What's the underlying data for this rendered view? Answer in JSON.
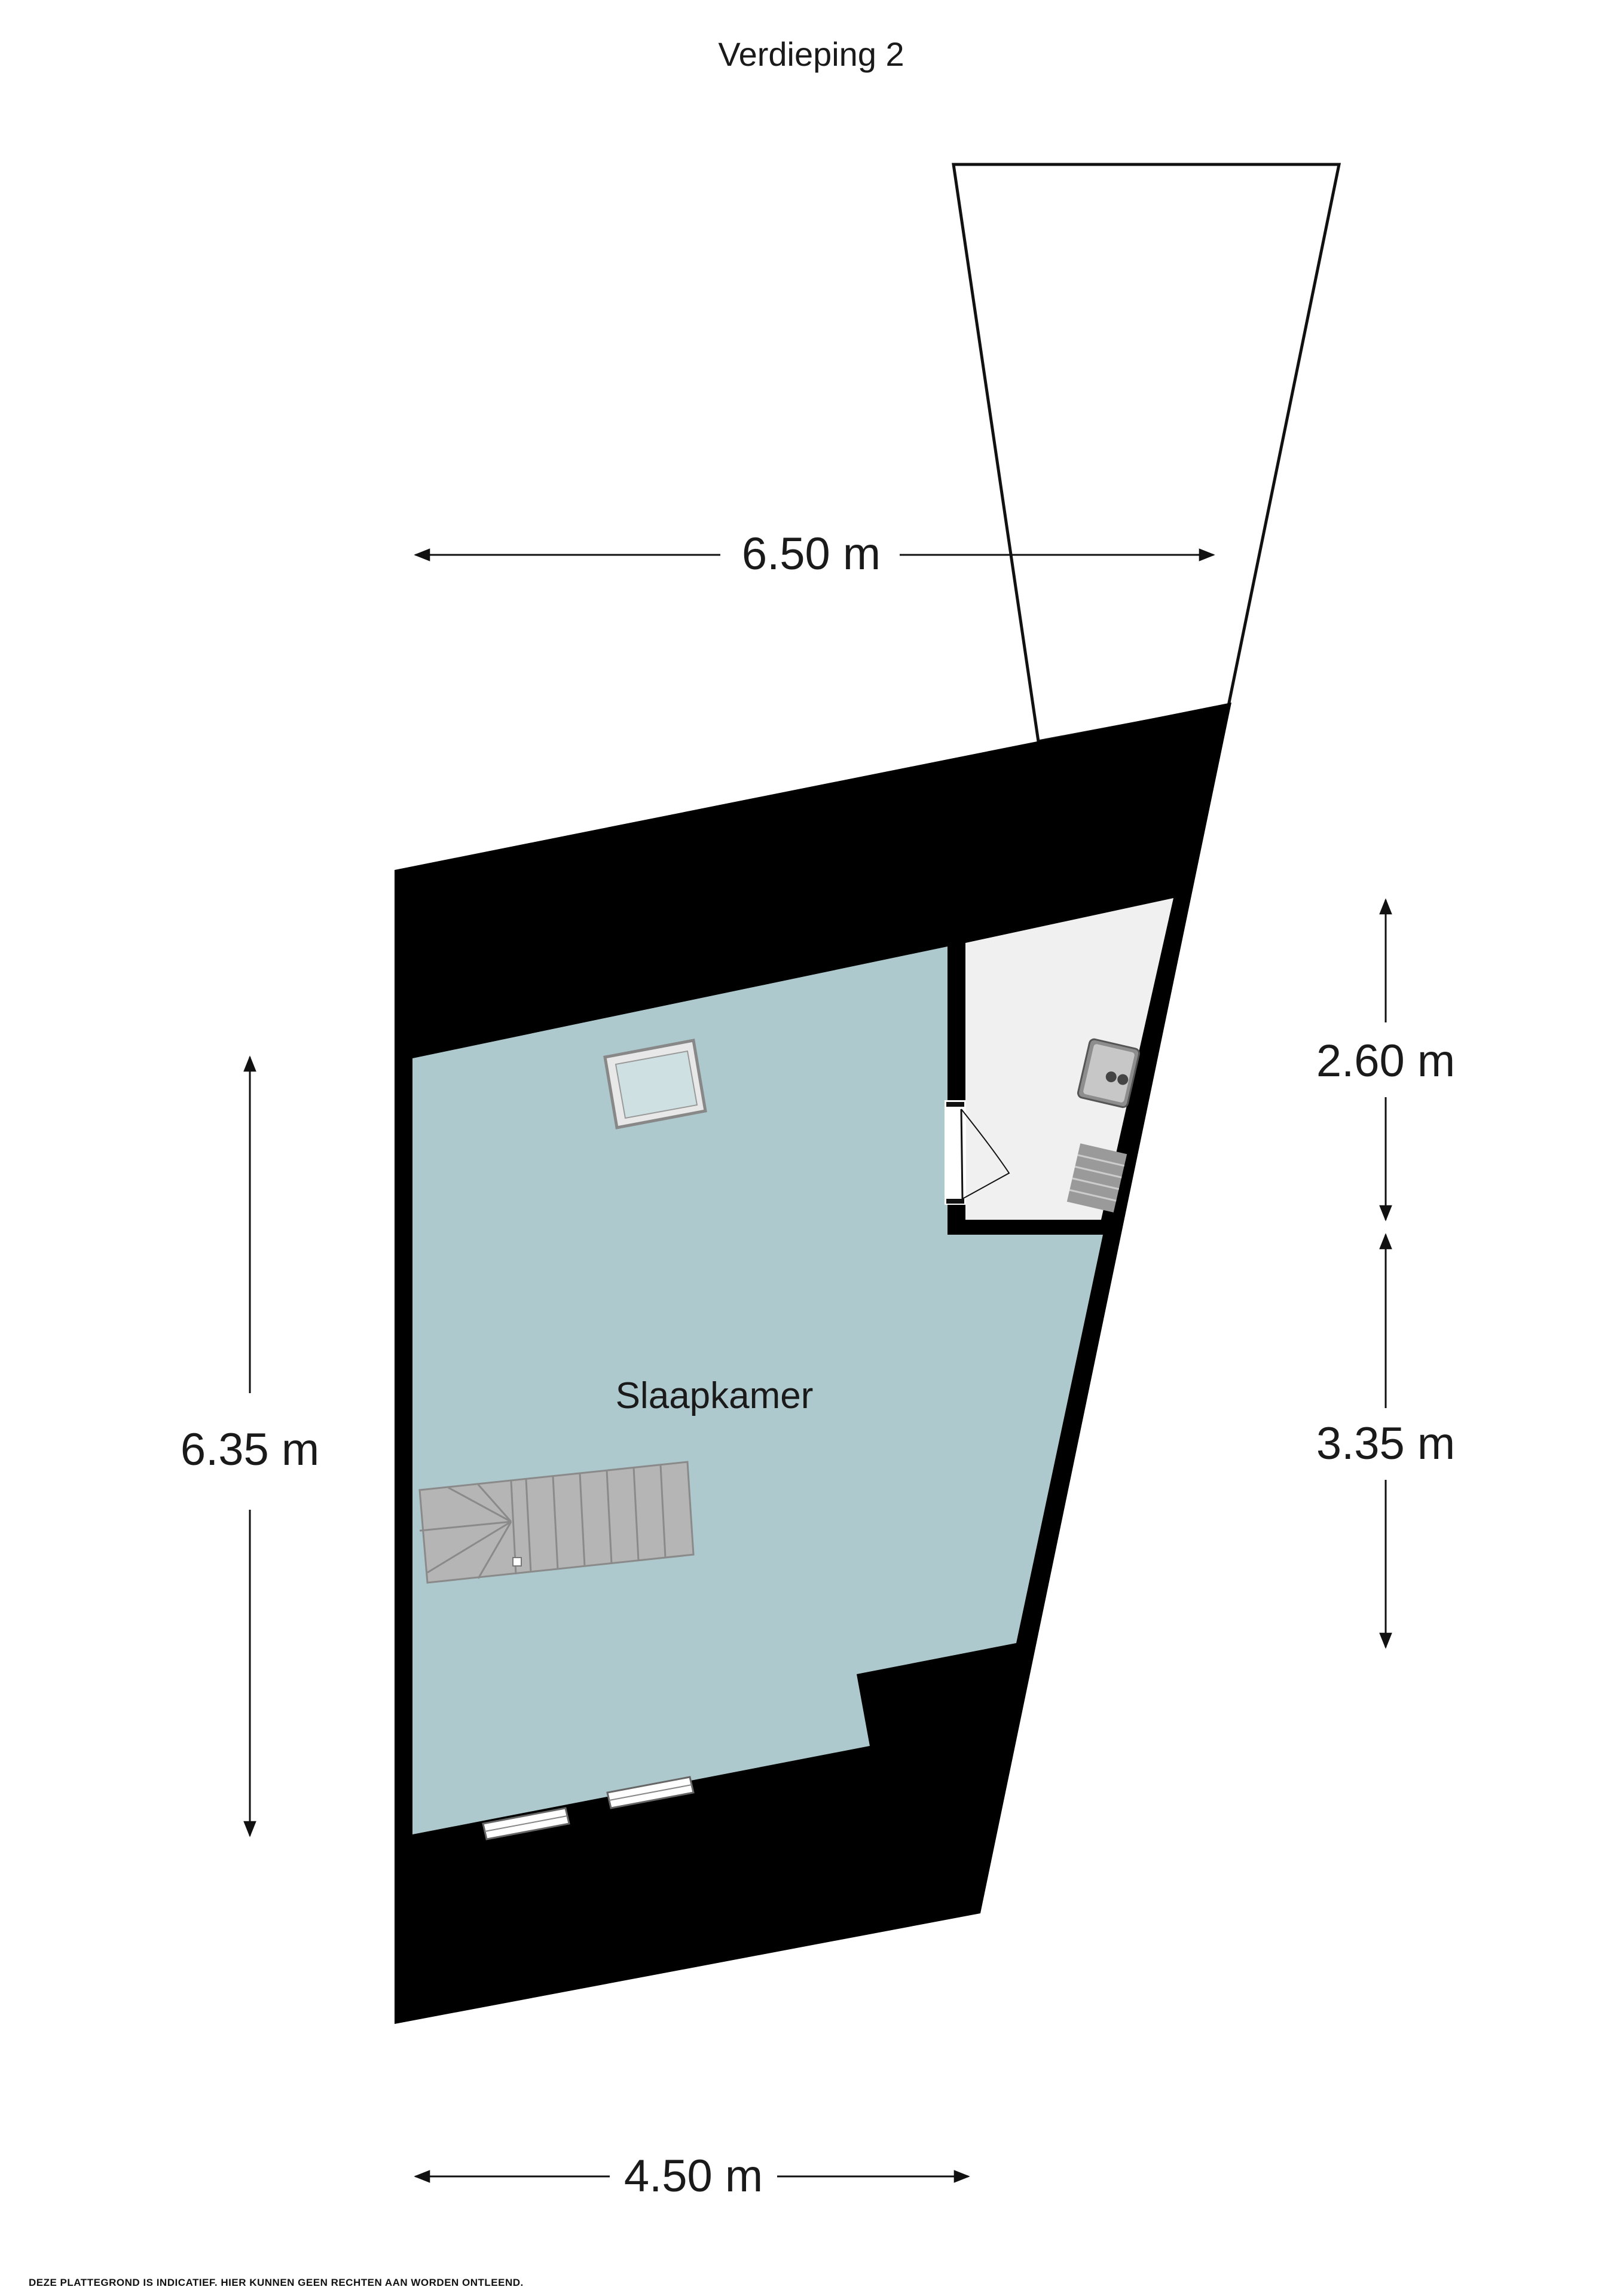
{
  "floor": {
    "title": "Verdieping 2"
  },
  "rooms": [
    {
      "name": "Slaapkamer"
    }
  ],
  "dimensions": {
    "top_width": "6.50 m",
    "bottom_width": "4.50 m",
    "left_height": "6.35 m",
    "right_upper": "2.60 m",
    "right_lower": "3.35 m"
  },
  "colors": {
    "wall": "#000000",
    "bedroom_floor": "#aec9cd",
    "utility_floor": "#f0f0f0",
    "stairs": "#b5b5b5"
  },
  "icons": [
    "skylight-icon",
    "stairs-icon",
    "door-swing-icon",
    "washing-machine-icon",
    "radiator-icon",
    "window-icon"
  ],
  "footer": {
    "disclaimer": "DEZE PLATTEGROND IS INDICATIEF.  HIER KUNNEN GEEN RECHTEN AAN WORDEN ONTLEEND."
  }
}
